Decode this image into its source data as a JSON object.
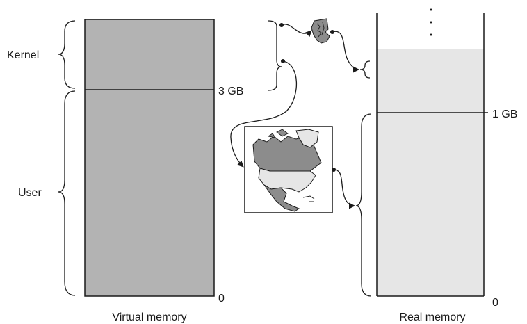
{
  "labels": {
    "kernel": "Kernel",
    "user": "User",
    "virtual_3gb": "3 GB",
    "virtual_zero": "0",
    "virtual_caption": "Virtual memory",
    "real_1gb": "1 GB",
    "real_zero": "0",
    "real_caption": "Real memory"
  },
  "icons": {
    "small_map": "rhode-island-map-icon",
    "large_map": "north-america-map-icon"
  },
  "colors": {
    "virtual_fill": "#b3b3b3",
    "real_fill": "#e6e6e6",
    "stroke": "#1a1a1a"
  }
}
